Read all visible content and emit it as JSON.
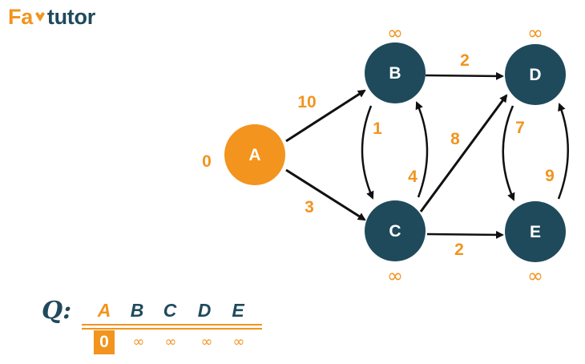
{
  "brand": {
    "logo_part1": "Fa",
    "logo_part2": "tutor"
  },
  "colors": {
    "accent": "#f2941e",
    "node": "#1f4a5c",
    "edge": "#111111"
  },
  "graph": {
    "nodes": [
      {
        "id": "A",
        "label": "A",
        "distance": "0"
      },
      {
        "id": "B",
        "label": "B",
        "distance": "∞"
      },
      {
        "id": "C",
        "label": "C",
        "distance": "∞"
      },
      {
        "id": "D",
        "label": "D",
        "distance": "∞"
      },
      {
        "id": "E",
        "label": "E",
        "distance": "∞"
      }
    ],
    "edges": [
      {
        "from": "A",
        "to": "B",
        "weight": "10"
      },
      {
        "from": "A",
        "to": "C",
        "weight": "3"
      },
      {
        "from": "B",
        "to": "C",
        "weight": "1"
      },
      {
        "from": "C",
        "to": "B",
        "weight": "4"
      },
      {
        "from": "B",
        "to": "D",
        "weight": "2"
      },
      {
        "from": "C",
        "to": "D",
        "weight": "8"
      },
      {
        "from": "C",
        "to": "E",
        "weight": "2"
      },
      {
        "from": "D",
        "to": "E",
        "weight": "7"
      },
      {
        "from": "E",
        "to": "D",
        "weight": "9"
      }
    ]
  },
  "queue": {
    "symbol": "Q:",
    "headers": [
      "A",
      "B",
      "C",
      "D",
      "E"
    ],
    "values": [
      "0",
      "∞",
      "∞",
      "∞",
      "∞"
    ]
  }
}
